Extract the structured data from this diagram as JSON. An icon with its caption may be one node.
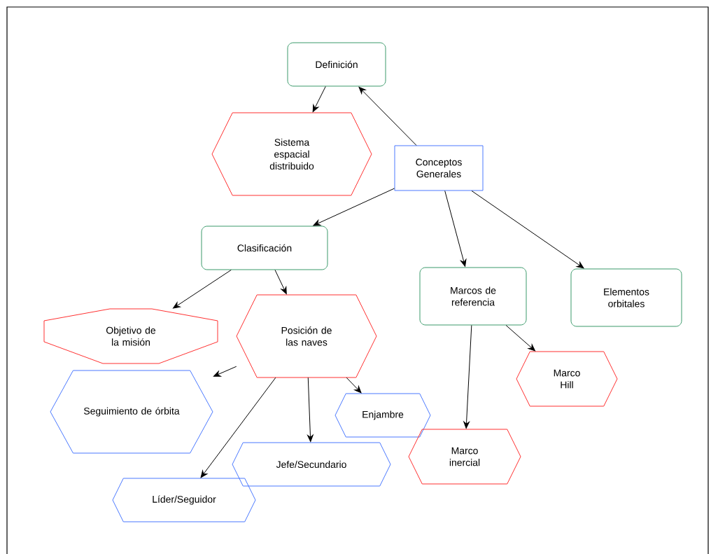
{
  "diagram": {
    "nodes": [
      {
        "text": [
          "Definición"
        ]
      },
      {
        "text": [
          "Sistema espacial distribuido"
        ]
      },
      {
        "text": [
          "Conceptos Generales"
        ]
      },
      {
        "text": [
          "Clasificación"
        ]
      },
      {
        "text": [
          "Marcos de referencia"
        ]
      },
      {
        "text": [
          "Elementos orbitales"
        ]
      },
      {
        "text": [
          "Objetivo de la misión"
        ]
      },
      {
        "text": [
          "Posición de las naves"
        ]
      },
      {
        "text": [
          "Marco Hill"
        ]
      },
      {
        "text": [
          "Seguimiento de órbita"
        ]
      },
      {
        "text": [
          "Enjambre"
        ]
      },
      {
        "text": [
          "Marco inercial"
        ]
      },
      {
        "text": [
          "Jefe/Secundario"
        ]
      },
      {
        "text": [
          "Líder/Seguidor"
        ]
      }
    ],
    "edges": [
      {
        "from": 2,
        "to": 0,
        "arrow": "to"
      },
      {
        "from": 0,
        "to": 1,
        "arrow": "to"
      },
      {
        "from": 2,
        "to": 3,
        "arrow": "to"
      },
      {
        "from": 2,
        "to": 4,
        "arrow": "to"
      },
      {
        "from": 2,
        "to": 5,
        "arrow": "to"
      },
      {
        "from": 3,
        "to": 6,
        "arrow": "to"
      },
      {
        "from": 3,
        "to": 7,
        "arrow": "to"
      },
      {
        "from": 7,
        "to": 9,
        "arrow": "to"
      },
      {
        "from": 7,
        "to": 13,
        "arrow": "to"
      },
      {
        "from": 7,
        "to": 12,
        "arrow": "to"
      },
      {
        "from": 7,
        "to": 10,
        "arrow": "to"
      },
      {
        "from": 4,
        "to": 11,
        "arrow": "to"
      },
      {
        "from": 4,
        "to": 8,
        "arrow": "to"
      }
    ]
  }
}
